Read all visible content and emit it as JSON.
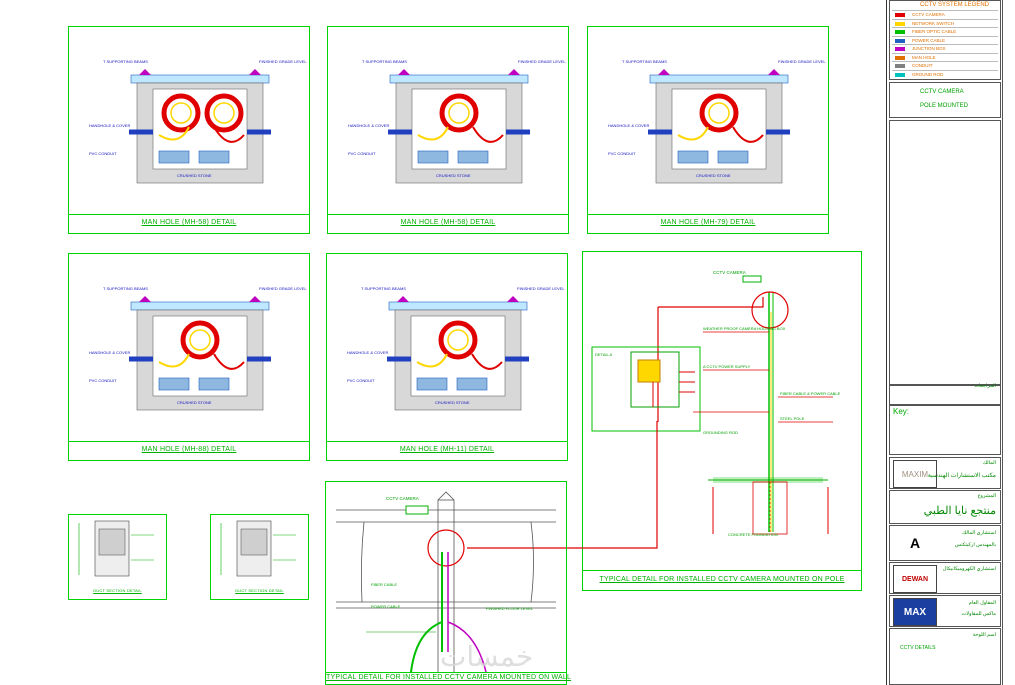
{
  "drawing": {
    "manholes": [
      {
        "id": "mh-58a",
        "caption": "MAN HOLE (MH-58) DETAIL",
        "labels": {
          "left_top": "T SUPPORTING BEAMS",
          "right_top": "FINISHED GRADE LEVEL",
          "left_mid": "HANDHOLE & COVER",
          "left_low": "PVC CONDUIT",
          "bottom": "CRUSHED STONE"
        }
      },
      {
        "id": "mh-58b",
        "caption": "MAN HOLE (MH-58) DETAIL",
        "labels": {
          "left_top": "T SUPPORTING BEAMS",
          "right_top": "FINISHED GRADE LEVEL",
          "left_mid": "HANDHOLE & COVER",
          "left_low": "PVC CONDUIT",
          "bottom": "CRUSHED STONE"
        }
      },
      {
        "id": "mh-79",
        "caption": "MAN HOLE (MH-79) DETAIL",
        "labels": {
          "left_top": "T SUPPORTING BEAMS",
          "right_top": "FINISHED GRADE LEVEL",
          "left_mid": "HANDHOLE & COVER",
          "left_low": "PVC CONDUIT",
          "bottom": "CRUSHED STONE"
        }
      },
      {
        "id": "mh-88",
        "caption": "MAN HOLE (MH-88) DETAIL",
        "labels": {
          "left_top": "T SUPPORTING BEAMS",
          "right_top": "FINISHED GRADE LEVEL",
          "left_mid": "HANDHOLE & COVER",
          "left_low": "PVC CONDUIT",
          "bottom": "CRUSHED STONE"
        }
      },
      {
        "id": "mh-11",
        "caption": "MAN HOLE (MH-11) DETAIL",
        "labels": {
          "left_top": "T SUPPORTING BEAMS",
          "right_top": "FINISHED GRADE LEVEL",
          "left_mid": "HANDHOLE & COVER",
          "left_low": "PVC CONDUIT",
          "bottom": "CRUSHED STONE"
        }
      }
    ],
    "pole_detail": {
      "caption": "TYPICAL DETAIL FOR INSTALLED CCTV CAMERA MOUNTED ON POLE",
      "labels": [
        "CCTV CAMERA",
        "WEATHER PROOF CAMERA HOUSING BOX",
        "A CCTV POWER SUPPLY",
        "FIBER CABLE & POWER CABLE",
        "DETAIL A",
        "STEEL POLE",
        "GROUNDING ROD",
        "CONCRETE FOUNDATION"
      ]
    },
    "wall_detail": {
      "caption": "TYPICAL DETAIL FOR INSTALLED CCTV CAMERA MOUNTED ON WALL",
      "labels": [
        "CCTV CAMERA",
        "FIBER CABLE",
        "POWER CABLE",
        "FINISHED FLOOR LEVEL"
      ]
    },
    "small_details": [
      {
        "id": "sd-1",
        "caption": "DUCT SECTION DETAIL"
      },
      {
        "id": "sd-2",
        "caption": "DUCT SECTION DETAIL"
      }
    ]
  },
  "title_block": {
    "legend_title": "CCTV SYSTEM LEGEND",
    "legend_rows": [
      "CCTV CAMERA",
      "NETWORK SWITCH",
      "FIBER OPTIC CABLE",
      "POWER CABLE",
      "JUNCTION BOX",
      "MAN HOLE",
      "CONDUIT",
      "GROUND ROD"
    ],
    "notes": [
      "CCTV CAMERA",
      "POLE MOUNTED"
    ],
    "revision_label": "المراجعات",
    "key_label": "Key:",
    "owner_label": "المالك",
    "owner_name": "مكتب الاستشارات الهندسية",
    "owner_logo": "MAXIM",
    "project_label": "المشروع",
    "project_name": "منتجع نايا الطبي",
    "architect_label": "استشاري المالك",
    "architect_name": "بالمهندس اركيتكتس",
    "consultant_label": "استشاري الكهروميكانيكال",
    "consultant_logo": "DEWAN",
    "contractor_label": "المقاول العام",
    "contractor_name": "ماكس للمقاولات",
    "contractor_logo": "MAX",
    "sheet_label": "اسم اللوحة",
    "sheet_title": "CCTV DETAILS"
  },
  "watermark": "خمسات"
}
